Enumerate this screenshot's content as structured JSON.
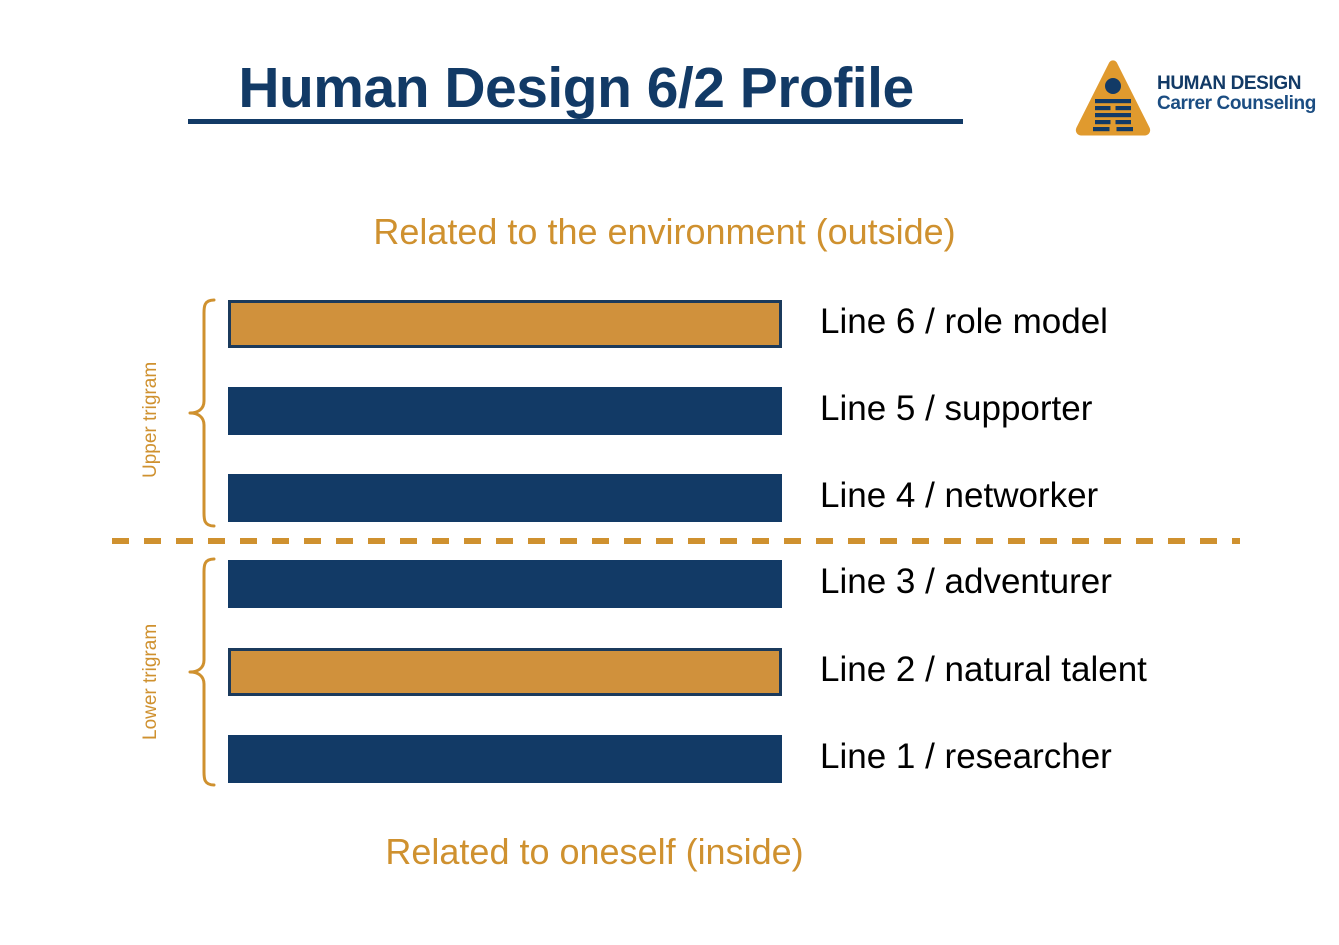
{
  "header": {
    "title": "Human Design 6/2 Profile",
    "logo": {
      "icon_name": "hexagram-triangle-logo",
      "line1": "HUMAN DESIGN",
      "line2": "Carrer Counseling",
      "triangle_color": "#E09A2E",
      "mark_color": "#123A66"
    }
  },
  "captions": {
    "top": "Related to the environment (outside)",
    "bottom": "Related to oneself (inside)"
  },
  "groups": {
    "upper_label": "Upper trigram",
    "lower_label": "Lower trigram"
  },
  "colors": {
    "navy": "#123A66",
    "gold": "#D0913C",
    "gold_text": "#CF912F",
    "border_navy": "#1B3A5C",
    "background": "#FFFFFF",
    "label_text": "#000000"
  },
  "chart_data": {
    "type": "table",
    "title": "Human Design 6/2 Profile",
    "categories": [
      "Line 6 / role model",
      "Line 5 / supporter",
      "Line 4 / networker",
      "Line 3 / adventurer",
      "Line 2 / natural talent",
      "Line 1 / researcher"
    ],
    "series": [
      {
        "name": "highlighted",
        "values": [
          1,
          0,
          0,
          0,
          1,
          0
        ]
      }
    ],
    "annotations": [
      "Related to the environment (outside)",
      "Related to oneself (inside)",
      "Upper trigram",
      "Lower trigram"
    ]
  },
  "rows": [
    {
      "label": "Line 6 / role model",
      "highlighted": true,
      "group": "upper"
    },
    {
      "label": "Line 5 / supporter",
      "highlighted": false,
      "group": "upper"
    },
    {
      "label": "Line 4 / networker",
      "highlighted": false,
      "group": "upper"
    },
    {
      "label": "Line 3 / adventurer",
      "highlighted": false,
      "group": "lower"
    },
    {
      "label": "Line 2 / natural talent",
      "highlighted": true,
      "group": "lower"
    },
    {
      "label": "Line 1 / researcher",
      "highlighted": false,
      "group": "lower"
    }
  ]
}
